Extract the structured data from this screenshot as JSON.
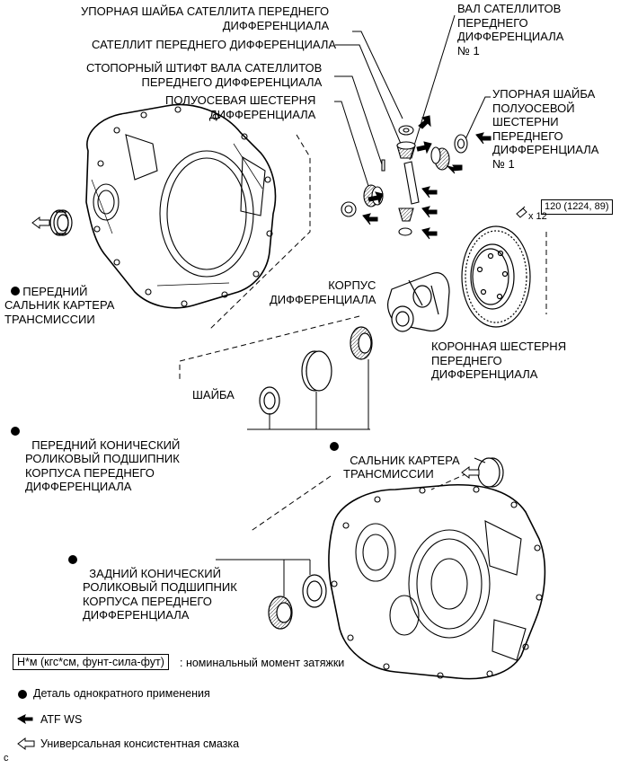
{
  "labels": {
    "washer_pinion": "УПОРНАЯ ШАЙБА САТЕЛЛИТА ПЕРЕДНЕГО\nДИФФЕРЕНЦИАЛА",
    "pinion_gear": "САТЕЛЛИТ ПЕРЕДНЕГО ДИФФЕРЕНЦИАЛА",
    "pin": "СТОПОРНЫЙ ШТИФТ ВАЛА САТЕЛЛИТОВ\nПЕРЕДНЕГО ДИФФЕРЕНЦИАЛА",
    "side_gear": "ПОЛУОСЕВАЯ ШЕСТЕРНЯ\nДИФФЕРЕНЦИАЛА",
    "pinion_shaft": "ВАЛ САТЕЛЛИТОВ\nПЕРЕДНЕГО\nДИФФЕРЕНЦИАЛА\n№ 1",
    "side_washer": "УПОРНАЯ ШАЙБА\nПОЛУОСЕВОЙ\nШЕСТЕРНИ\nПЕРЕДНЕГО\nДИФФЕРЕНЦИАЛА\n№ 1",
    "torque_value": "120 (1224, 89)",
    "bolt_count": "x 12",
    "front_seal": "ПЕРЕДНИЙ\nСАЛЬНИК КАРТЕРА\nТРАНСМИССИИ",
    "case": "КОРПУС\nДИФФЕРЕНЦИАЛА",
    "ring_gear": "КОРОННАЯ ШЕСТЕРНЯ\nПЕРЕДНЕГО\nДИФФЕРЕНЦИАЛА",
    "washer": "ШАЙБА",
    "front_bearing": "ПЕРЕДНИЙ КОНИЧЕСКИЙ\nРОЛИКОВЫЙ ПОДШИПНИК\nКОРПУСА ПЕРЕДНЕГО\nДИФФЕРЕНЦИАЛА",
    "case_seal": "САЛЬНИК КАРТЕРА\nТРАНСМИССИИ",
    "rear_bearing": "ЗАДНИЙ КОНИЧЕСКИЙ\nРОЛИКОВЫЙ ПОДШИПНИК\nКОРПУСА ПЕРЕДНЕГО\nДИФФЕРЕНЦИАЛА"
  },
  "legend": {
    "torque_unit": "Н*м (кгс*см, фунт-сила-фут)",
    "torque_desc": ": номинальный момент затяжки",
    "non_reusable": "Деталь однократного применения",
    "atf": "ATF WS",
    "grease": "Универсальная консистентная смазка"
  },
  "footer_letter": "c"
}
